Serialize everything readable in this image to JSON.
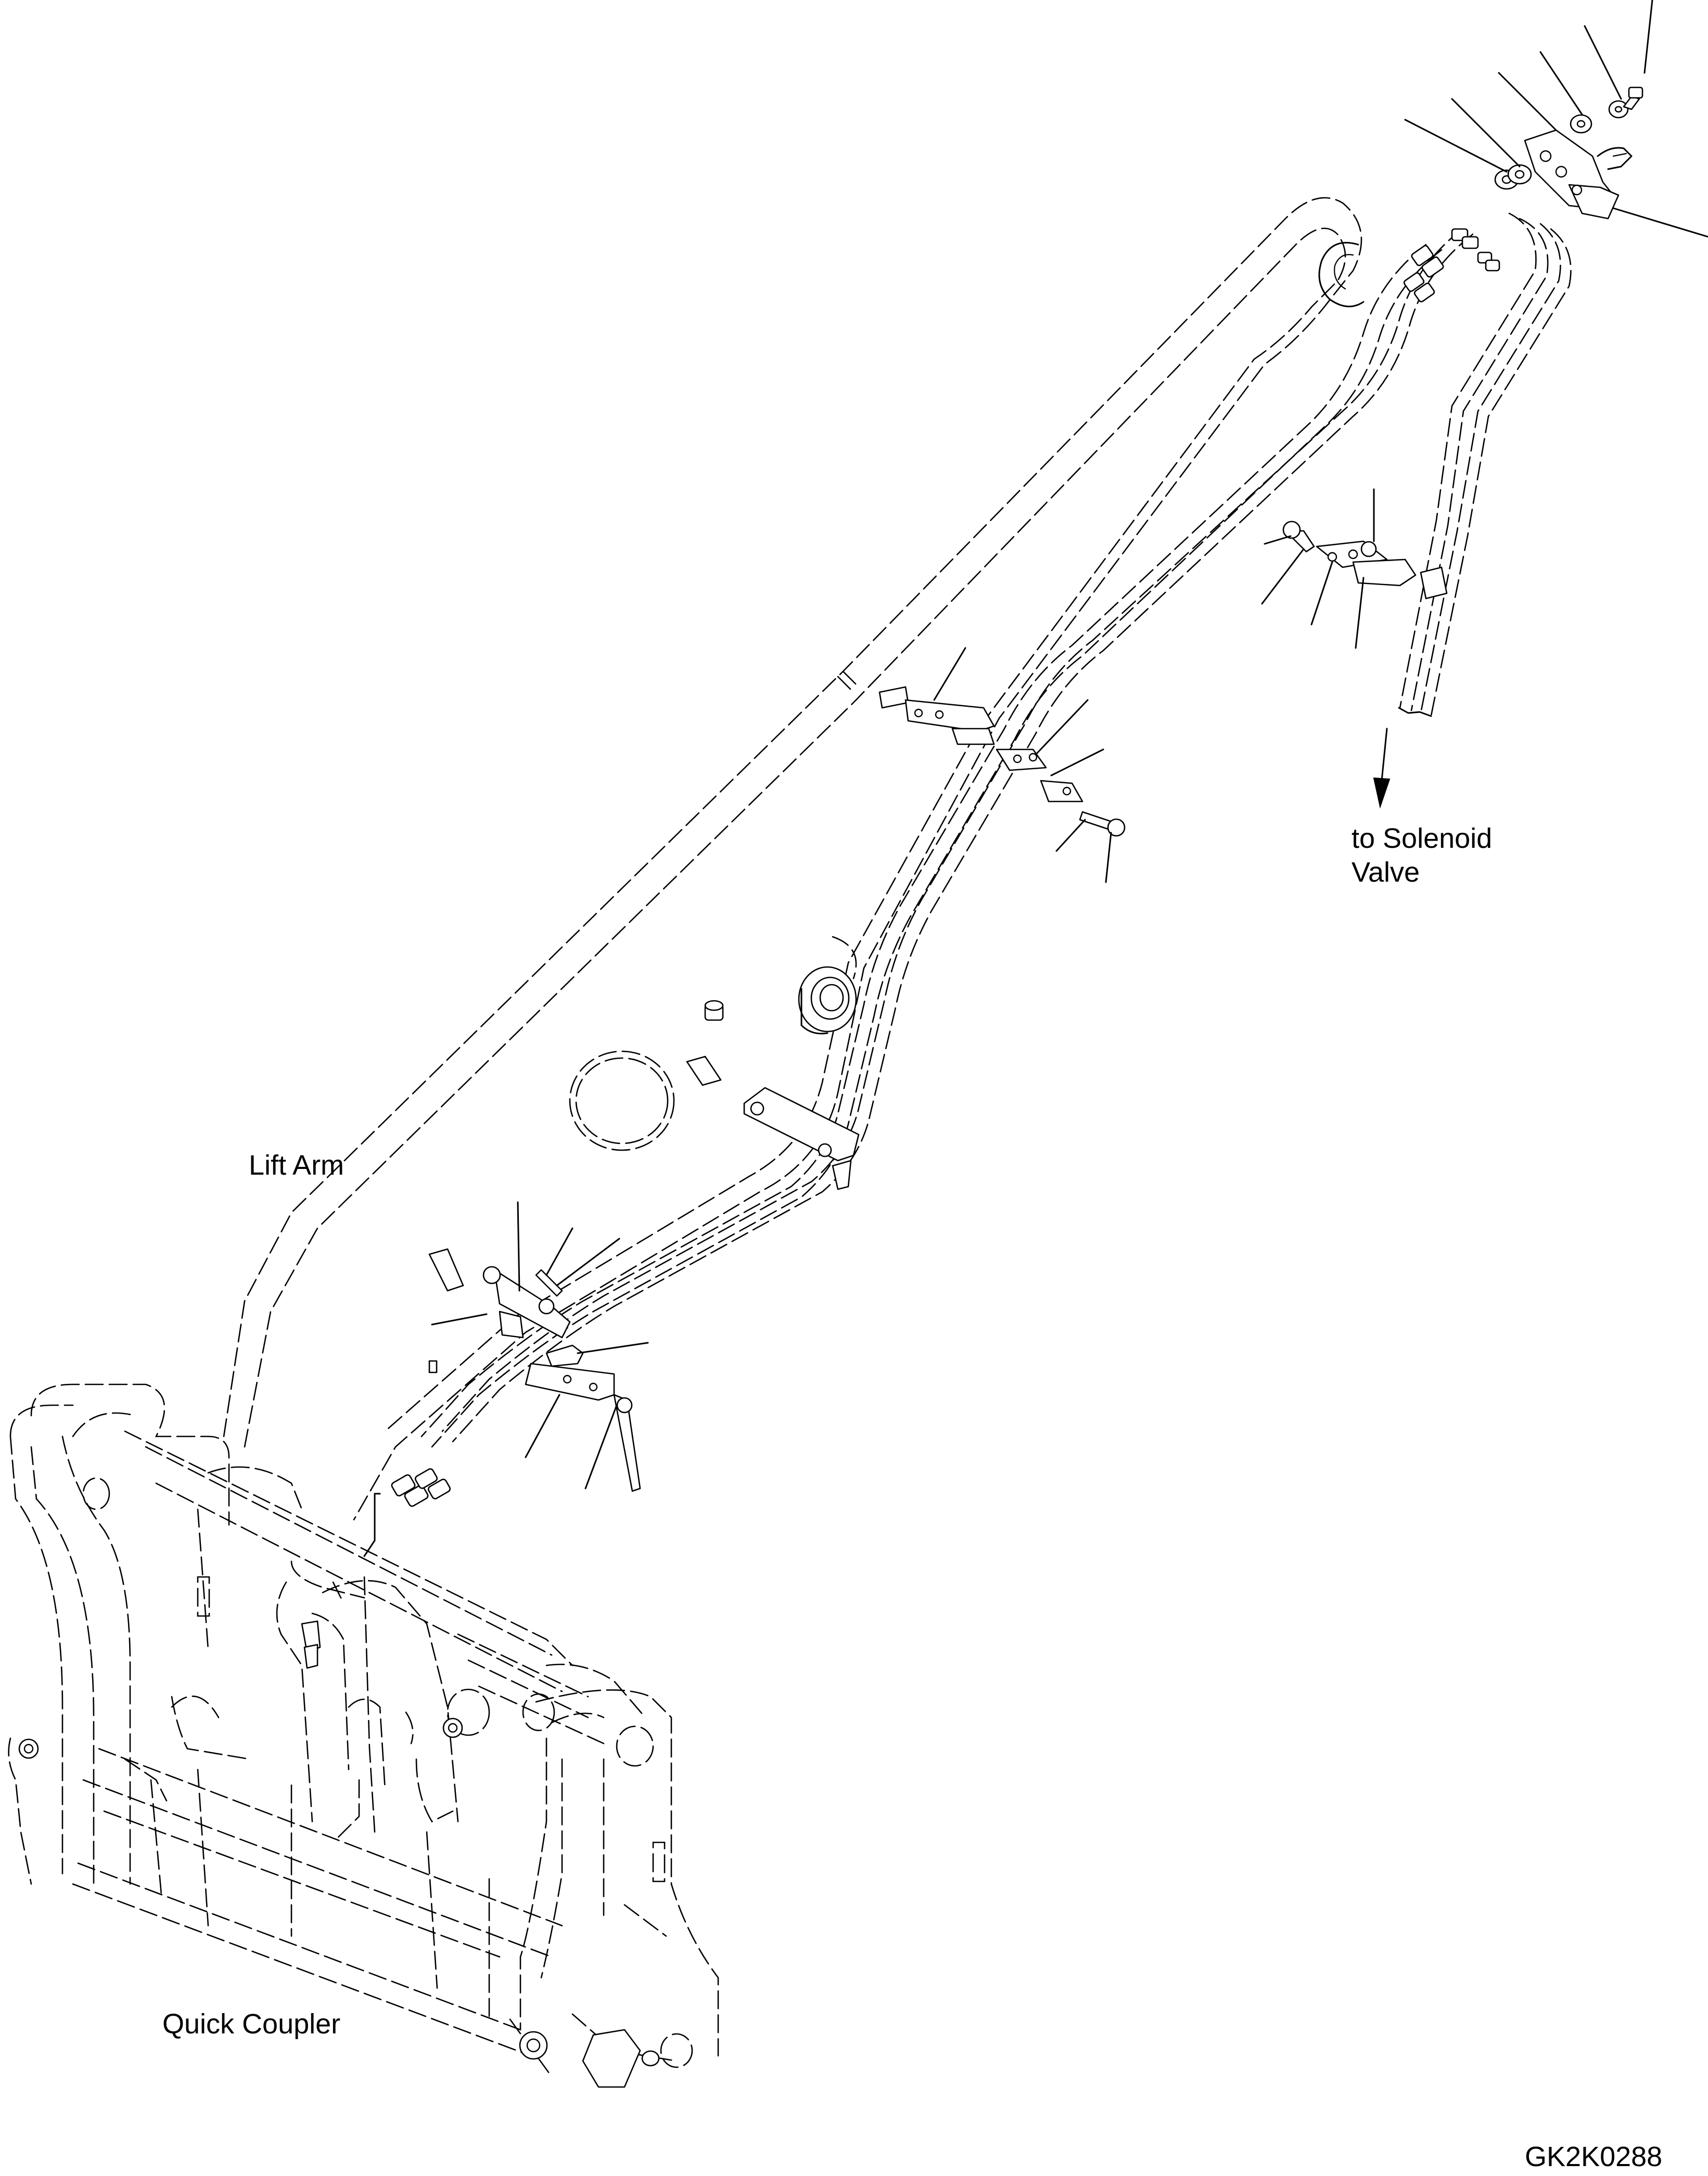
{
  "diagram": {
    "labels": {
      "lift_arm": "Lift Arm",
      "quick_coupler": "Quick Coupler",
      "to_solenoid_line1": "to Solenoid",
      "to_solenoid_line2": "Valve",
      "figure_code": "GK2K0288"
    },
    "colors": {
      "ink": "#000000",
      "paper": "#ffffff"
    }
  }
}
